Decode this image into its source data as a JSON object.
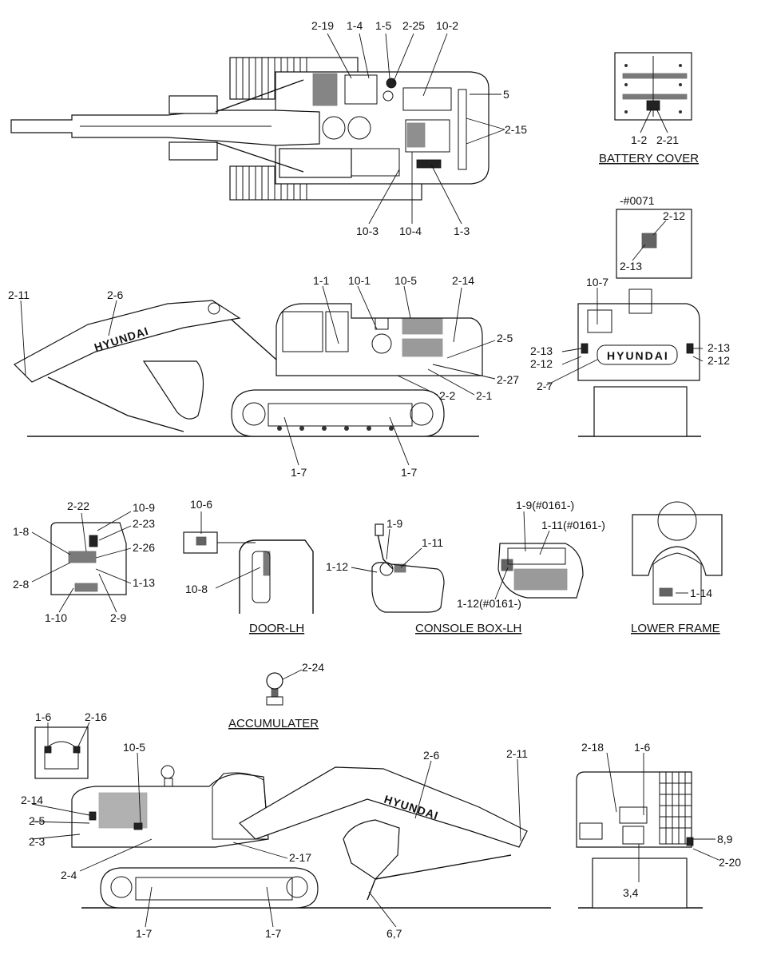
{
  "labels": {
    "top_2_19": "2-19",
    "top_1_4": "1-4",
    "top_1_5": "1-5",
    "top_2_25": "2-25",
    "top_10_2": "10-2",
    "top_5": "5",
    "top_2_15": "2-15",
    "top_10_3": "10-3",
    "top_10_4": "10-4",
    "top_1_3": "1-3",
    "bc_1_2": "1-2",
    "bc_2_21": "2-21",
    "n_0071": "-#0071",
    "n_2_12": "2-12",
    "n_2_13": "2-13",
    "s_2_11": "2-11",
    "s_2_6": "2-6",
    "s_1_1": "1-1",
    "s_10_1": "10-1",
    "s_10_5": "10-5",
    "s_2_14": "2-14",
    "s_2_5": "2-5",
    "s_2_27": "2-27",
    "s_2_2": "2-2",
    "s_2_1": "2-1",
    "s_1_7a": "1-7",
    "s_1_7b": "1-7",
    "r_10_7": "10-7",
    "r_2_13a": "2-13",
    "r_2_12a": "2-12",
    "r_2_13b": "2-13",
    "r_2_12b": "2-12",
    "r_2_7": "2-7",
    "c_2_22": "2-22",
    "c_10_9": "10-9",
    "c_2_23": "2-23",
    "c_1_8": "1-8",
    "c_2_26": "2-26",
    "c_2_8": "2-8",
    "c_1_13": "1-13",
    "c_1_10": "1-10",
    "c_2_9": "2-9",
    "d_10_6": "10-6",
    "d_10_8": "10-8",
    "cb_1_9": "1-9",
    "cb_1_11": "1-11",
    "cb_1_12": "1-12",
    "cb2_1_9": "1-9(#0161-)",
    "cb2_1_11": "1-11(#0161-)",
    "cb2_1_12": "1-12(#0161-)",
    "lf_1_14": "1-14",
    "acc_2_24": "2-24",
    "b_1_6": "1-6",
    "b_2_16": "2-16",
    "b_10_5": "10-5",
    "b_2_14": "2-14",
    "b_2_5": "2-5",
    "b_2_3": "2-3",
    "b_2_4": "2-4",
    "b_2_17": "2-17",
    "b_2_6": "2-6",
    "b_2_11": "2-11",
    "b_1_7a": "1-7",
    "b_1_7b": "1-7",
    "b_6_7": "6,7",
    "br_2_18": "2-18",
    "br_1_6": "1-6",
    "br_8_9": "8,9",
    "br_2_20": "2-20",
    "br_3_4": "3,4"
  },
  "captions": {
    "battery_cover": "BATTERY COVER",
    "door_lh": "DOOR-LH",
    "console_box_lh": "CONSOLE BOX-LH",
    "lower_frame": "LOWER FRAME",
    "accumulater": "ACCUMULATER"
  },
  "brand": "HYUNDAI"
}
